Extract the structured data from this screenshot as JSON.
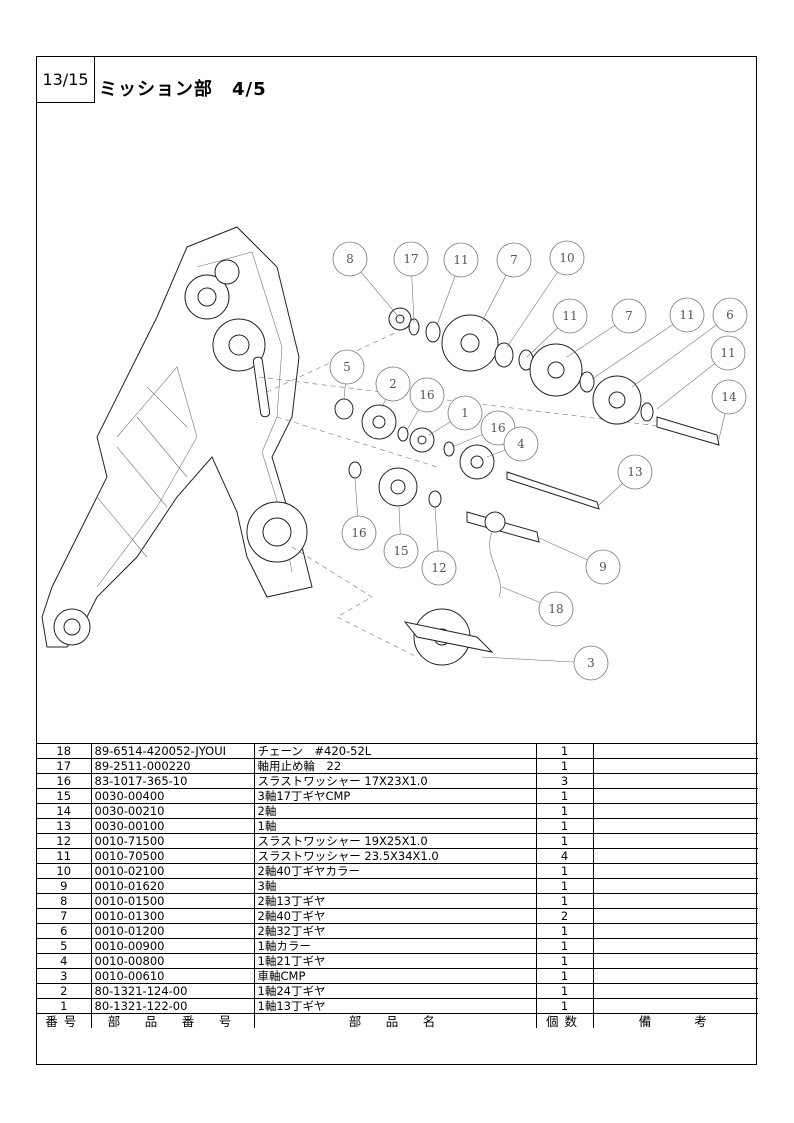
{
  "page_number": "13/15",
  "title": "ミッション部　4/5",
  "callouts": [
    "8",
    "17",
    "11",
    "7",
    "10",
    "11",
    "7",
    "11",
    "6",
    "11",
    "14",
    "5",
    "2",
    "16",
    "1",
    "16",
    "4",
    "13",
    "16",
    "15",
    "12",
    "9",
    "18",
    "3"
  ],
  "table": {
    "headers": {
      "no": "番号",
      "part_no": "部　品　番　号",
      "name": "部　品　名",
      "qty": "個数",
      "remarks": "備　　考"
    },
    "rows": [
      {
        "no": "18",
        "part_no": "89-6514-420052-JYOUI",
        "name": "チェーン　#420-52L",
        "qty": "1",
        "remarks": ""
      },
      {
        "no": "17",
        "part_no": "89-2511-000220",
        "name": "軸用止め輪　22",
        "qty": "1",
        "remarks": ""
      },
      {
        "no": "16",
        "part_no": "83-1017-365-10",
        "name": "スラストワッシャー 17X23X1.0",
        "qty": "3",
        "remarks": ""
      },
      {
        "no": "15",
        "part_no": "0030-00400",
        "name": "3軸17丁ギヤCMP",
        "qty": "1",
        "remarks": ""
      },
      {
        "no": "14",
        "part_no": "0030-00210",
        "name": "2軸",
        "qty": "1",
        "remarks": ""
      },
      {
        "no": "13",
        "part_no": "0030-00100",
        "name": "1軸",
        "qty": "1",
        "remarks": ""
      },
      {
        "no": "12",
        "part_no": "0010-71500",
        "name": "スラストワッシャー 19X25X1.0",
        "qty": "1",
        "remarks": ""
      },
      {
        "no": "11",
        "part_no": "0010-70500",
        "name": "スラストワッシャー 23.5X34X1.0",
        "qty": "4",
        "remarks": ""
      },
      {
        "no": "10",
        "part_no": "0010-02100",
        "name": "2軸40丁ギヤカラー",
        "qty": "1",
        "remarks": ""
      },
      {
        "no": "9",
        "part_no": "0010-01620",
        "name": "3軸",
        "qty": "1",
        "remarks": ""
      },
      {
        "no": "8",
        "part_no": "0010-01500",
        "name": "2軸13丁ギヤ",
        "qty": "1",
        "remarks": ""
      },
      {
        "no": "7",
        "part_no": "0010-01300",
        "name": "2軸40丁ギヤ",
        "qty": "2",
        "remarks": ""
      },
      {
        "no": "6",
        "part_no": "0010-01200",
        "name": "2軸32丁ギヤ",
        "qty": "1",
        "remarks": ""
      },
      {
        "no": "5",
        "part_no": "0010-00900",
        "name": "1軸カラー",
        "qty": "1",
        "remarks": ""
      },
      {
        "no": "4",
        "part_no": "0010-00800",
        "name": "1軸21丁ギヤ",
        "qty": "1",
        "remarks": ""
      },
      {
        "no": "3",
        "part_no": "0010-00610",
        "name": "車軸CMP",
        "qty": "1",
        "remarks": ""
      },
      {
        "no": "2",
        "part_no": "80-1321-124-00",
        "name": "1軸24丁ギヤ",
        "qty": "1",
        "remarks": ""
      },
      {
        "no": "1",
        "part_no": "80-1321-122-00",
        "name": "1軸13丁ギヤ",
        "qty": "1",
        "remarks": ""
      }
    ]
  }
}
